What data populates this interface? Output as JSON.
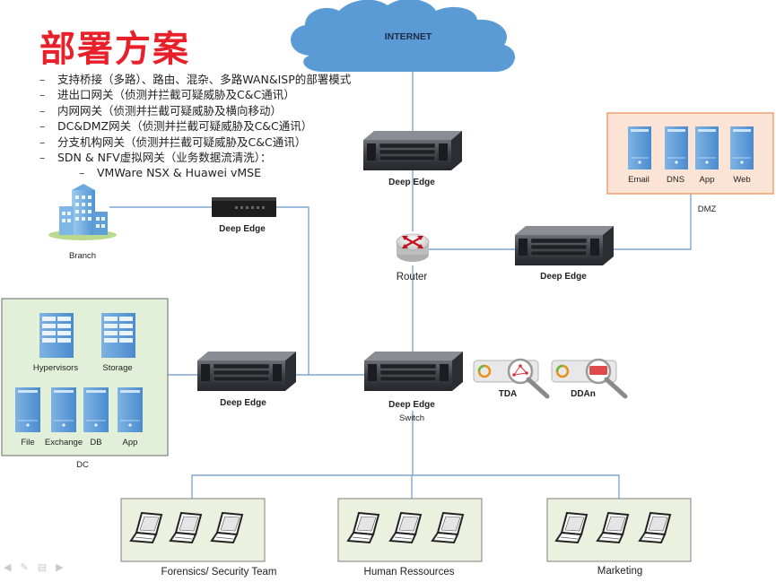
{
  "title": "部署方案",
  "bullets": [
    {
      "text": "支持桥接（多路）、路由、混杂、多路WAN&ISP的部署模式",
      "level": 1
    },
    {
      "text": "进出口网关（侦测并拦截可疑威胁及C&C通讯）",
      "level": 1
    },
    {
      "text": "内网网关（侦测并拦截可疑威胁及横向移动）",
      "level": 1
    },
    {
      "text": "DC&DMZ网关（侦测并拦截可疑威胁及C&C通讯）",
      "level": 1
    },
    {
      "text": "分支机构网关（侦测并拦截可疑威胁及C&C通讯）",
      "level": 1
    },
    {
      "text": "SDN & NFV虚拟网关（业务数据流清洗）：",
      "level": 1
    },
    {
      "text": "VMWare NSX & Huawei vMSE",
      "level": 2
    }
  ],
  "bullet_dash": "–",
  "internet": {
    "label": "INTERNET"
  },
  "deep_edge_label": "Deep Edge",
  "branch": {
    "label": "Branch"
  },
  "router": {
    "label": "Router"
  },
  "switch": {
    "label": "Switch"
  },
  "dmz": {
    "label": "DMZ",
    "servers": [
      "Email",
      "DNS",
      "App",
      "Web"
    ]
  },
  "dc": {
    "label": "DC",
    "top": [
      "Hypervisors",
      "Storage"
    ],
    "bottom": [
      "File",
      "Exchange",
      "DB",
      "App"
    ]
  },
  "appliances": {
    "tda": "TDA",
    "ddan": "DDAn"
  },
  "groups": [
    "Forensics/ Security Team",
    "Human Ressources",
    "Marketing"
  ],
  "nav_icons": [
    "arrow-left-icon",
    "pen-icon",
    "menu-icon",
    "arrow-right-icon"
  ],
  "colors": {
    "title": "#e8202a",
    "cloud": "#5b9bd5",
    "dmz_fill": "#fbe4d5",
    "dmz_border": "#f0a070",
    "dc_fill": "#e2efd9",
    "group_fill": "#ebf1de",
    "server_blue": "#5b9bd5",
    "link": "#7fa7cf"
  }
}
